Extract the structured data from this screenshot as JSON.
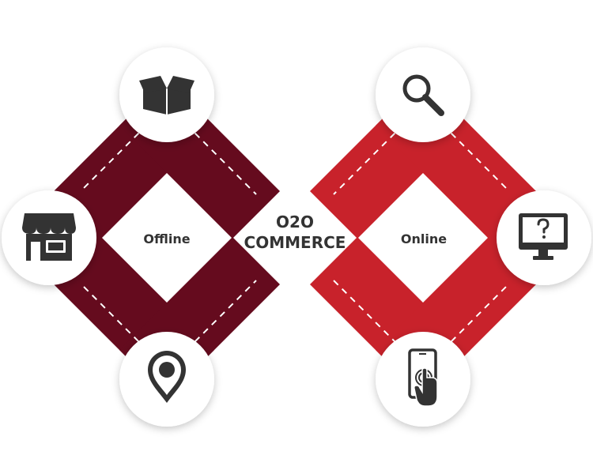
{
  "center": {
    "line1": "O2O",
    "line2": "COMMERCE"
  },
  "offline": {
    "label": "Offline",
    "color": "#650b1e",
    "nodes": {
      "top": "open-box-icon",
      "left": "storefront-icon",
      "bottom": "map-pin-icon"
    }
  },
  "online": {
    "label": "Online",
    "color": "#c8222b",
    "nodes": {
      "top": "magnifier-icon",
      "right": "monitor-question-icon",
      "bottom": "smartphone-tap-icon"
    }
  },
  "colors": {
    "icon": "#333333",
    "circle": "#ffffff",
    "dash": "#ffffff"
  }
}
